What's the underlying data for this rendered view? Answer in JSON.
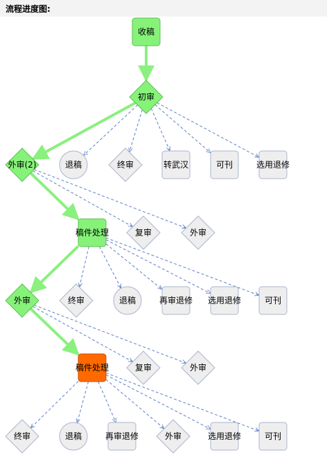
{
  "header": {
    "title": "流程进度图:"
  },
  "colors": {
    "done_fill": "#86f27a",
    "done_stroke": "#5fbf52",
    "current_fill": "#ff6a00",
    "current_stroke": "#c75000",
    "pending_fill": "#eeeeee",
    "pending_stroke": "#aab4cc",
    "done_edge": "#8af07e",
    "pending_edge": "#5b7fc7"
  },
  "nodes": [
    {
      "id": "n1",
      "label": "收稿",
      "shape": "rect",
      "state": "done"
    },
    {
      "id": "n2",
      "label": "初审",
      "shape": "diamond",
      "state": "done"
    },
    {
      "id": "n3",
      "label": "外审(2)",
      "shape": "diamond",
      "state": "done"
    },
    {
      "id": "n4",
      "label": "退稿",
      "shape": "circle",
      "state": "pending"
    },
    {
      "id": "n5",
      "label": "终审",
      "shape": "diamond",
      "state": "pending"
    },
    {
      "id": "n6",
      "label": "转武汉",
      "shape": "rect",
      "state": "pending"
    },
    {
      "id": "n7",
      "label": "可刊",
      "shape": "rect",
      "state": "pending"
    },
    {
      "id": "n8",
      "label": "选用退修",
      "shape": "rect",
      "state": "pending"
    },
    {
      "id": "n9",
      "label": "稿件处理",
      "shape": "rect",
      "state": "done"
    },
    {
      "id": "n10",
      "label": "复审",
      "shape": "diamond",
      "state": "pending"
    },
    {
      "id": "n11",
      "label": "外审",
      "shape": "diamond",
      "state": "pending"
    },
    {
      "id": "n12",
      "label": "外审",
      "shape": "diamond",
      "state": "done"
    },
    {
      "id": "n13",
      "label": "终审",
      "shape": "diamond",
      "state": "pending"
    },
    {
      "id": "n14",
      "label": "退稿",
      "shape": "circle",
      "state": "pending"
    },
    {
      "id": "n15",
      "label": "再审退修",
      "shape": "rect",
      "state": "pending"
    },
    {
      "id": "n16",
      "label": "选用退修",
      "shape": "rect",
      "state": "pending"
    },
    {
      "id": "n17",
      "label": "可刊",
      "shape": "rect",
      "state": "pending"
    },
    {
      "id": "n18",
      "label": "稿件处理",
      "shape": "rect",
      "state": "current"
    },
    {
      "id": "n19",
      "label": "复审",
      "shape": "diamond",
      "state": "pending"
    },
    {
      "id": "n20",
      "label": "外审",
      "shape": "diamond",
      "state": "pending"
    },
    {
      "id": "n21",
      "label": "终审",
      "shape": "diamond",
      "state": "pending"
    },
    {
      "id": "n22",
      "label": "退稿",
      "shape": "circle",
      "state": "pending"
    },
    {
      "id": "n23",
      "label": "再审退修",
      "shape": "rect",
      "state": "pending"
    },
    {
      "id": "n24",
      "label": "外审",
      "shape": "diamond",
      "state": "pending"
    },
    {
      "id": "n25",
      "label": "选用退修",
      "shape": "rect",
      "state": "pending"
    },
    {
      "id": "n26",
      "label": "可刊",
      "shape": "rect",
      "state": "pending"
    }
  ],
  "edges": [
    {
      "from": "n1",
      "to": "n2",
      "type": "done"
    },
    {
      "from": "n2",
      "to": "n3",
      "type": "done"
    },
    {
      "from": "n2",
      "to": "n4",
      "type": "pending"
    },
    {
      "from": "n2",
      "to": "n5",
      "type": "pending"
    },
    {
      "from": "n2",
      "to": "n6",
      "type": "pending"
    },
    {
      "from": "n2",
      "to": "n7",
      "type": "pending"
    },
    {
      "from": "n2",
      "to": "n8",
      "type": "pending"
    },
    {
      "from": "n3",
      "to": "n9",
      "type": "done"
    },
    {
      "from": "n3",
      "to": "n10",
      "type": "pending"
    },
    {
      "from": "n3",
      "to": "n11",
      "type": "pending"
    },
    {
      "from": "n9",
      "to": "n12",
      "type": "done"
    },
    {
      "from": "n9",
      "to": "n13",
      "type": "pending"
    },
    {
      "from": "n9",
      "to": "n14",
      "type": "pending"
    },
    {
      "from": "n9",
      "to": "n15",
      "type": "pending"
    },
    {
      "from": "n9",
      "to": "n16",
      "type": "pending"
    },
    {
      "from": "n9",
      "to": "n17",
      "type": "pending"
    },
    {
      "from": "n12",
      "to": "n18",
      "type": "done"
    },
    {
      "from": "n12",
      "to": "n19",
      "type": "pending"
    },
    {
      "from": "n12",
      "to": "n20",
      "type": "pending"
    },
    {
      "from": "n18",
      "to": "n21",
      "type": "pending"
    },
    {
      "from": "n18",
      "to": "n22",
      "type": "pending"
    },
    {
      "from": "n18",
      "to": "n23",
      "type": "pending"
    },
    {
      "from": "n18",
      "to": "n24",
      "type": "pending"
    },
    {
      "from": "n18",
      "to": "n25",
      "type": "pending"
    },
    {
      "from": "n18",
      "to": "n26",
      "type": "pending"
    }
  ]
}
